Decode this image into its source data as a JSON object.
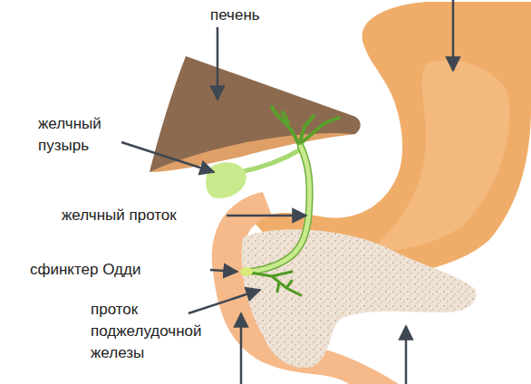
{
  "diagram": {
    "labels": [
      "печень",
      "желчный пузырь",
      "желчный проток",
      "сфинктер Одди",
      "проток поджелудочной железы"
    ]
  }
}
